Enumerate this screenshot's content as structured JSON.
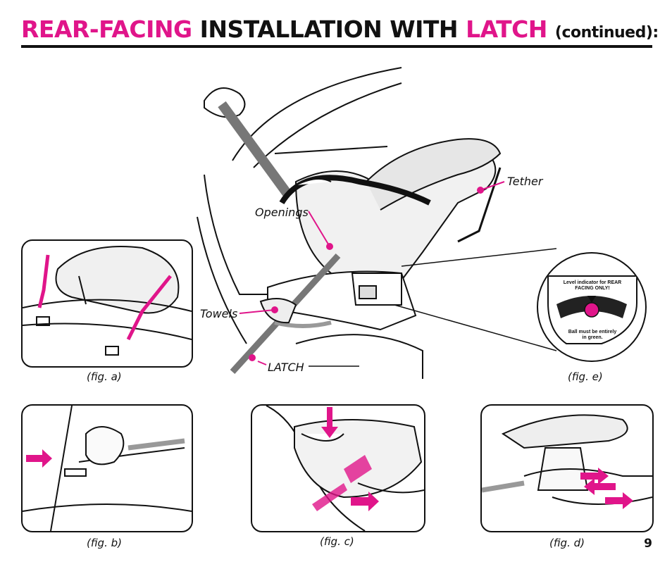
{
  "header": {
    "title_part1": "REAR-FACING",
    "title_part2": "INSTALLATION WITH",
    "title_part3": "LATCH",
    "title_part4": "(continued):"
  },
  "main_figure": {
    "labels": {
      "tether": "Tether",
      "openings": "Openings",
      "towels": "Towels",
      "latch": "LATCH"
    }
  },
  "fig_e": {
    "level_text": "Level indicator for REAR FACING ONLY!",
    "ball_text": "Ball must be entirely in green."
  },
  "captions": {
    "fig_a": "(fig. a)",
    "fig_b": "(fig. b)",
    "fig_c": "(fig. c)",
    "fig_d": "(fig. d)",
    "fig_e": "(fig. e)"
  },
  "page_number": "9",
  "colors": {
    "accent": "#e0158a",
    "ink": "#111111"
  }
}
